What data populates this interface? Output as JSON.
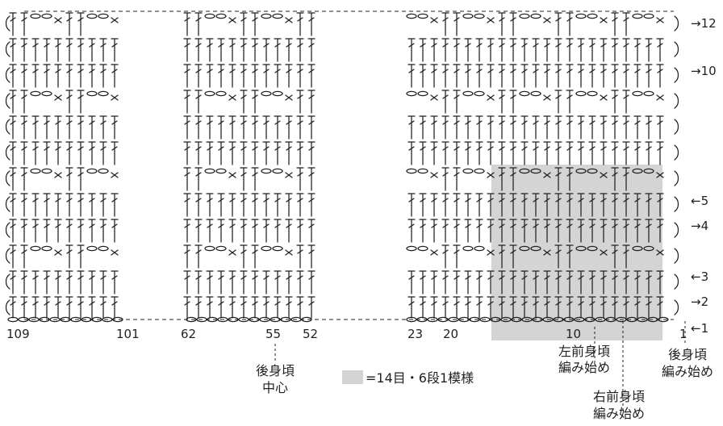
{
  "stitch_numbers": [
    "109",
    "101",
    "62",
    "55",
    "52",
    "23",
    "20",
    "10",
    "1"
  ],
  "row_labels": [
    {
      "row": 12,
      "text": "→12"
    },
    {
      "row": 10,
      "text": "→10"
    },
    {
      "row": 5,
      "text": "←5"
    },
    {
      "row": 4,
      "text": "→4"
    },
    {
      "row": 3,
      "text": "←3"
    },
    {
      "row": 2,
      "text": "→2"
    },
    {
      "row": 1,
      "text": "←1"
    }
  ],
  "labels": {
    "back_center": [
      "後身頃",
      "中心"
    ],
    "legend": "=14目・6段1模様",
    "left_front_start": [
      "左前身頃",
      "編み始め"
    ],
    "right_front_start": [
      "右前身頃",
      "編み始め"
    ],
    "back_start": [
      "後身頃",
      "編み始め"
    ]
  },
  "colors": {
    "ink": "#231f20",
    "repeat_shade": "#d4d4d4"
  },
  "pattern": {
    "stitch_count": 109,
    "rows": 12,
    "repeat": {
      "stitches": 14,
      "rows": 6
    },
    "stitch_types": [
      "chain",
      "double-crochet",
      "single-crochet"
    ]
  }
}
